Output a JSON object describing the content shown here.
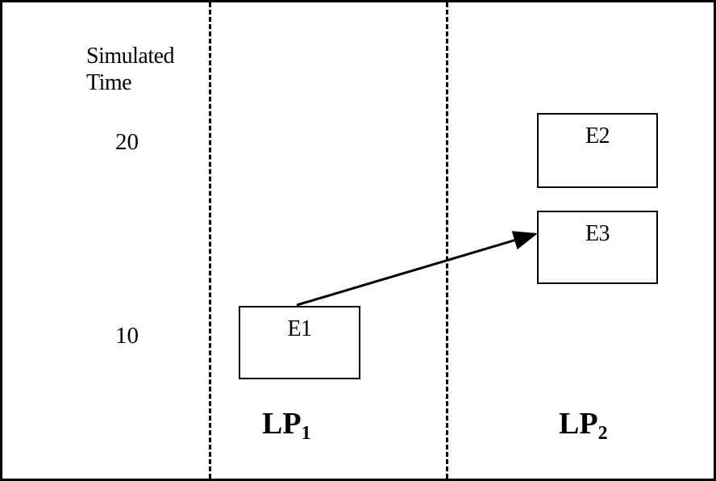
{
  "axis": {
    "title_line1": "Simulated",
    "title_line2": "Time",
    "ticks": [
      "20",
      "10"
    ]
  },
  "events": {
    "e1": "E1",
    "e2": "E2",
    "e3": "E3"
  },
  "processes": {
    "lp1_main": "LP",
    "lp1_sub": "1",
    "lp2_main": "LP",
    "lp2_sub": "2"
  },
  "colors": {
    "stroke": "#000000",
    "background": "#ffffff"
  }
}
